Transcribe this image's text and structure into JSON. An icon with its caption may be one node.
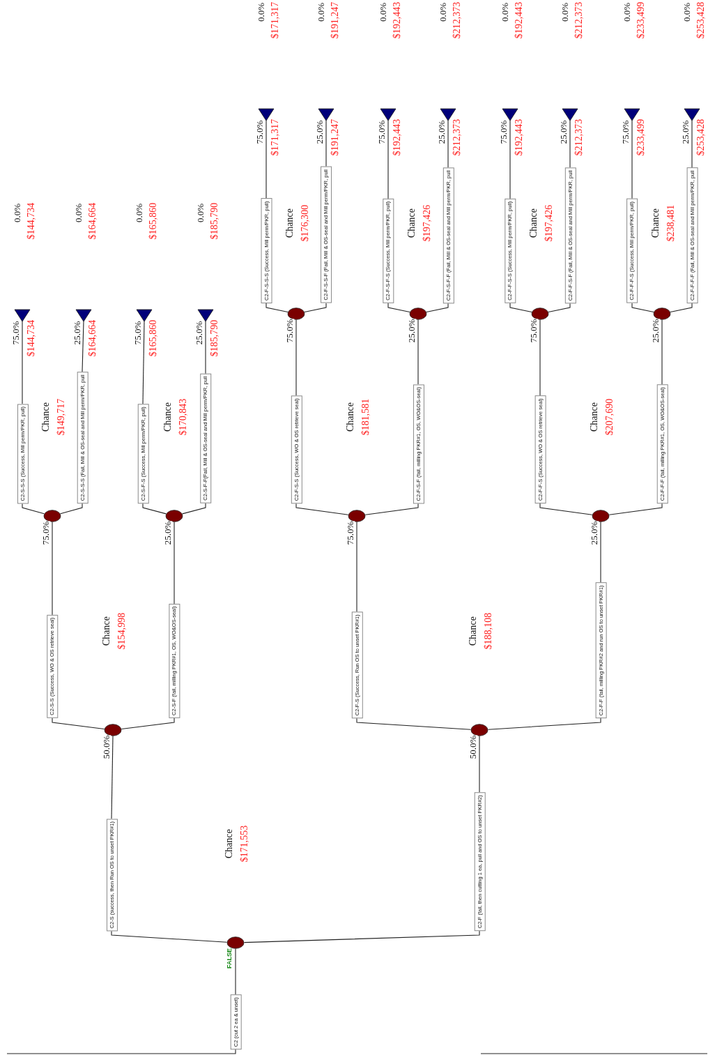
{
  "diagram": {
    "nodes": [
      {
        "text": [
          "C2 (cut 2 ea & unset)"
        ]
      },
      {
        "text": [],
        "shape": "circle",
        "beside": [
          "Chance",
          "$171,553"
        ]
      },
      {
        "text": [
          "C2-S (success, then Run OS to unset PKR#1)"
        ]
      },
      {
        "text": [
          "C2-F (fail, then cutting 1 ea, pull and OS to unset PKR#2)"
        ]
      },
      {
        "text": [],
        "shape": "circle",
        "beside": [
          "Chance",
          "$154,998"
        ]
      },
      {
        "text": [],
        "shape": "circle",
        "beside": [
          "Chance",
          "$188,108"
        ]
      },
      {
        "text": [
          "C2-S-S (Success, WO & OS retrieve seal)"
        ]
      },
      {
        "text": [
          "C2-S-F (fail, milling PKR#1, OS, WO&OS-seal)"
        ]
      },
      {
        "text": [
          "C2-F-S (Success, Run OS to unset PKR#1)"
        ]
      },
      {
        "text": [
          "C2-F-F (fail, milling PKR#2 and run OS to unset PKR#1)"
        ]
      },
      {
        "text": [],
        "shape": "circle",
        "beside": [
          "Chance",
          "$149,717"
        ]
      },
      {
        "text": [],
        "shape": "circle",
        "beside": [
          "Chance",
          "$170,843"
        ]
      },
      {
        "text": [],
        "shape": "circle",
        "beside": [
          "Chance",
          "$181,581"
        ]
      },
      {
        "text": [],
        "shape": "circle",
        "beside": [
          "Chance",
          "$207,690"
        ]
      },
      {
        "text": [
          "C2-S-S-S (Success, Mill perm/PKR, pull)"
        ]
      },
      {
        "text": [
          "C2-S-S-S (Fail, Mill & OS-seal and Mill perm/PKR, pull"
        ]
      },
      {
        "text": [
          "C2-S-F-S (Success, Mill perm/PKR, pull)"
        ]
      },
      {
        "text": [
          "C2-S-F-F(Fail, Mill & OS-seal and Mill perm/PKR, pull"
        ]
      },
      {
        "text": [
          "C2-F-S-S (Success, WO & OS retrieve seal)"
        ]
      },
      {
        "text": [
          "C2-F-S-F (fail, milling PKR#1, OS, WO&OS-seal)"
        ]
      },
      {
        "text": [
          "C2-F-F-S (Success, WO & OS retrieve seal)"
        ]
      },
      {
        "text": [
          "C2-F-F-F (fail, milling PKR#1, OS, WO&OS-seal)"
        ]
      },
      {
        "text": [],
        "shape": "triangle",
        "beside": [
          "$144,734",
          "0.0%",
          "$144,734"
        ]
      },
      {
        "text": [],
        "shape": "triangle",
        "beside": [
          "$164,664",
          "0.0%",
          "$164,664"
        ]
      },
      {
        "text": [],
        "shape": "triangle",
        "beside": [
          "$165,860",
          "0.0%",
          "$165,860"
        ]
      },
      {
        "text": [],
        "shape": "triangle",
        "beside": [
          "$185,790",
          "0.0%",
          "$185,790"
        ]
      },
      {
        "text": [],
        "shape": "circle",
        "beside": [
          "Chance",
          "$176,300"
        ]
      },
      {
        "text": [],
        "shape": "circle",
        "beside": [
          "Chance",
          "$197,426"
        ]
      },
      {
        "text": [],
        "shape": "circle",
        "beside": [
          "Chance",
          "$197,426"
        ]
      },
      {
        "text": [],
        "shape": "circle",
        "beside": [
          "Chance",
          "$238,481"
        ]
      },
      {
        "text": [
          "C2-F-S-S-S (Success, Mill perm/PKR, pull)"
        ]
      },
      {
        "text": [
          "C2-F-S-S-F (Fail, Mill & OS-seal and Mill perm/PKR, pull"
        ]
      },
      {
        "text": [
          "C2-F-S-F-S (Success, Mill perm/PKR, pull)"
        ]
      },
      {
        "text": [
          "C2-F-S-F-F (Fail, Mill & OS-seal and Mill perm/PKR, pull"
        ]
      },
      {
        "text": [
          "C2-F-F-S-S (Success, Mill perm/PKR, pull)"
        ]
      },
      {
        "text": [
          "C2-F-F-S-F (Fail, Mill & OS-seal and Mill perm/PKR, pull"
        ]
      },
      {
        "text": [
          "C2-F-F-F-S (Success, Mill perm/PKR, pull)"
        ]
      },
      {
        "text": [
          "C2-F-F-F-F (Fail, Mill & OS-seal and Mill perm/PKR, pull"
        ]
      },
      {
        "text": [],
        "shape": "triangle",
        "beside": [
          "$171,317",
          "0.0%",
          "$171,317"
        ]
      },
      {
        "text": [],
        "shape": "triangle",
        "beside": [
          "$191,247",
          "0.0%",
          "$191,247"
        ]
      },
      {
        "text": [],
        "shape": "triangle",
        "beside": [
          "$192,443",
          "0.0%",
          "$192,443"
        ]
      },
      {
        "text": [],
        "shape": "triangle",
        "beside": [
          "$212,373",
          "0.0%",
          "$212,373"
        ]
      },
      {
        "text": [],
        "shape": "triangle",
        "beside": [
          "$192,443",
          "0.0%",
          "$192,443"
        ]
      },
      {
        "text": [],
        "shape": "triangle",
        "beside": [
          "$212,373",
          "0.0%",
          "$212,373"
        ]
      },
      {
        "text": [],
        "shape": "triangle",
        "beside": [
          "$233,499",
          "0.0%",
          "$233,499"
        ]
      },
      {
        "text": [],
        "shape": "triangle",
        "beside": [
          "$253,428",
          "0.0%",
          "$253,428"
        ]
      }
    ],
    "edges": [
      {
        "from": null,
        "to": 0,
        "arrow": "none"
      },
      {
        "from": 0,
        "to": 1,
        "arrow": "none"
      },
      {
        "from": 1,
        "to": 2,
        "arrow": "none"
      },
      {
        "from": 1,
        "to": 3,
        "arrow": "none"
      },
      {
        "from": 2,
        "to": 4,
        "arrow": "none",
        "label": "50.0%"
      },
      {
        "from": 3,
        "to": 5,
        "arrow": "none",
        "label": "50.0%"
      },
      {
        "from": 4,
        "to": 6,
        "arrow": "none"
      },
      {
        "from": 4,
        "to": 7,
        "arrow": "none"
      },
      {
        "from": 5,
        "to": 8,
        "arrow": "none"
      },
      {
        "from": 5,
        "to": 9,
        "arrow": "none"
      },
      {
        "from": 6,
        "to": 10,
        "arrow": "none",
        "label": "75.0%"
      },
      {
        "from": 7,
        "to": 11,
        "arrow": "none",
        "label": "25.0%"
      },
      {
        "from": 8,
        "to": 12,
        "arrow": "none",
        "label": "75.0%"
      },
      {
        "from": 9,
        "to": 13,
        "arrow": "none",
        "label": "25.0%"
      },
      {
        "from": 10,
        "to": 14,
        "arrow": "none"
      },
      {
        "from": 10,
        "to": 15,
        "arrow": "none"
      },
      {
        "from": 11,
        "to": 16,
        "arrow": "none"
      },
      {
        "from": 11,
        "to": 17,
        "arrow": "none"
      },
      {
        "from": 12,
        "to": 18,
        "arrow": "none"
      },
      {
        "from": 12,
        "to": 19,
        "arrow": "none"
      },
      {
        "from": 13,
        "to": 20,
        "arrow": "none"
      },
      {
        "from": 13,
        "to": 21,
        "arrow": "none"
      },
      {
        "from": 14,
        "to": 22,
        "arrow": "none",
        "label": "75.0%"
      },
      {
        "from": 15,
        "to": 23,
        "arrow": "none",
        "label": "25.0%"
      },
      {
        "from": 16,
        "to": 24,
        "arrow": "none",
        "label": "75.0%"
      },
      {
        "from": 17,
        "to": 25,
        "arrow": "none",
        "label": "25.0%"
      },
      {
        "from": 18,
        "to": 26,
        "arrow": "none",
        "label": "75.0%"
      },
      {
        "from": 19,
        "to": 27,
        "arrow": "none",
        "label": "25.0%"
      },
      {
        "from": 20,
        "to": 28,
        "arrow": "none",
        "label": "75.0%"
      },
      {
        "from": 21,
        "to": 29,
        "arrow": "none",
        "label": "25.0%"
      },
      {
        "from": 26,
        "to": 30,
        "arrow": "none"
      },
      {
        "from": 26,
        "to": 31,
        "arrow": "none"
      },
      {
        "from": 27,
        "to": 32,
        "arrow": "none"
      },
      {
        "from": 27,
        "to": 33,
        "arrow": "none"
      },
      {
        "from": 28,
        "to": 34,
        "arrow": "none"
      },
      {
        "from": 28,
        "to": 35,
        "arrow": "none"
      },
      {
        "from": 29,
        "to": 36,
        "arrow": "none"
      },
      {
        "from": 29,
        "to": 37,
        "arrow": "none"
      },
      {
        "from": 30,
        "to": 38,
        "arrow": "none",
        "label": "75.0%"
      },
      {
        "from": 31,
        "to": 39,
        "arrow": "none",
        "label": "25.0%"
      },
      {
        "from": 32,
        "to": 40,
        "arrow": "none",
        "label": "75.0%"
      },
      {
        "from": 33,
        "to": 41,
        "arrow": "none",
        "label": "25.0%"
      },
      {
        "from": 34,
        "to": 42,
        "arrow": "none",
        "label": "75.0%"
      },
      {
        "from": 35,
        "to": 43,
        "arrow": "none",
        "label": "25.0%"
      },
      {
        "from": 36,
        "to": 44,
        "arrow": "none",
        "label": "75.0%"
      },
      {
        "from": 37,
        "to": 45,
        "arrow": "none",
        "label": "25.0%"
      }
    ],
    "labels": [
      "FALSE"
    ]
  }
}
